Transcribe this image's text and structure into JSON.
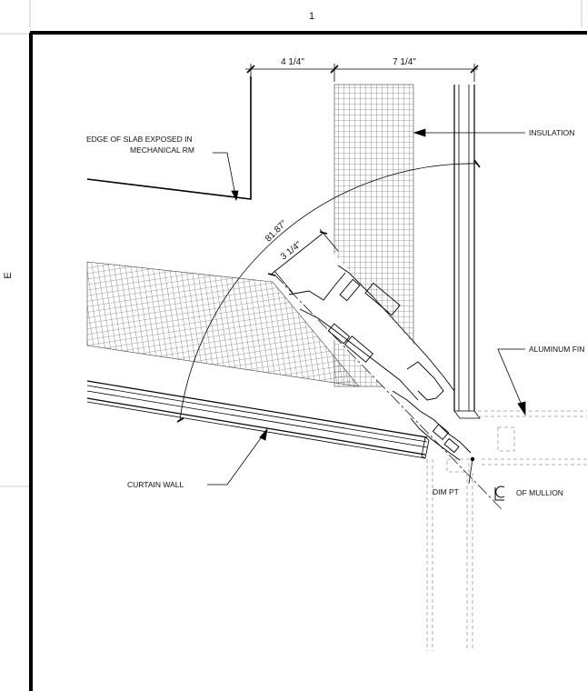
{
  "grid_refs": {
    "top": "1",
    "left": "E"
  },
  "dimensions": {
    "d1": "4 1/4\"",
    "d2": "7 1/4\"",
    "d3": "3 1/4\"",
    "angle": "81.87°"
  },
  "labels": {
    "slab_line1": "EDGE OF SLAB EXPOSED IN",
    "slab_line2": "MECHANICAL RM",
    "insulation": "INSULATION",
    "aluminum_fin": "ALUMINUM FIN",
    "curtain_wall": "CURTAIN WALL",
    "dim_pt": "DIM PT",
    "centerline_symbol": "CL",
    "of_mullion": "OF MULLION"
  }
}
